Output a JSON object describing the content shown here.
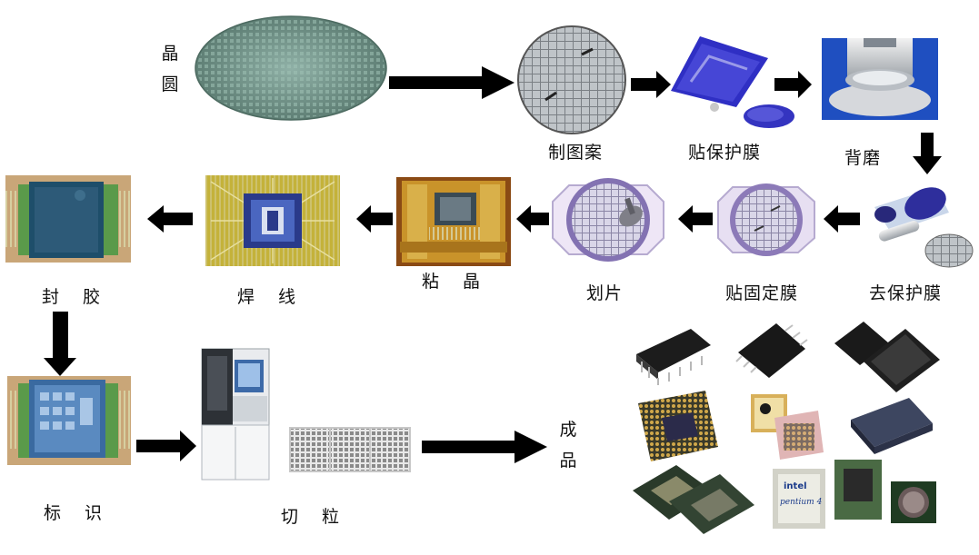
{
  "labels": {
    "wafer": "晶圆",
    "patterning": "制图案",
    "protect_film": "贴保护膜",
    "back_grind": "背磨",
    "remove_film": "去保护膜",
    "mount_film": "贴固定膜",
    "dicing": "划片",
    "die_attach": "粘 晶",
    "wire_bond": "焊 线",
    "encapsulate": "封 胶",
    "marking": "标 识",
    "singulate": "切 粒",
    "finished": "成品"
  },
  "chip_marks": {
    "intel": "intel",
    "pentium": "pentium 4"
  },
  "colors": {
    "arrow": "#000000",
    "wafer_green": "#6f8f86",
    "film_blue": "#3030c8",
    "ring_purple": "#8c7ab8",
    "pcb_green": "#4f8c3c",
    "gold": "#c8a23a",
    "die_blue": "#2d5a8c"
  },
  "icons": [
    "wafer-large",
    "patterned-wafer",
    "protect-film",
    "back-grind-machine",
    "remove-film",
    "mount-film-ring",
    "dicing-ring",
    "die-attach-frame",
    "wire-bond-chip",
    "encapsulated-chip",
    "marked-chip",
    "singulation-machine",
    "singulated-tray",
    "finished-chips"
  ]
}
